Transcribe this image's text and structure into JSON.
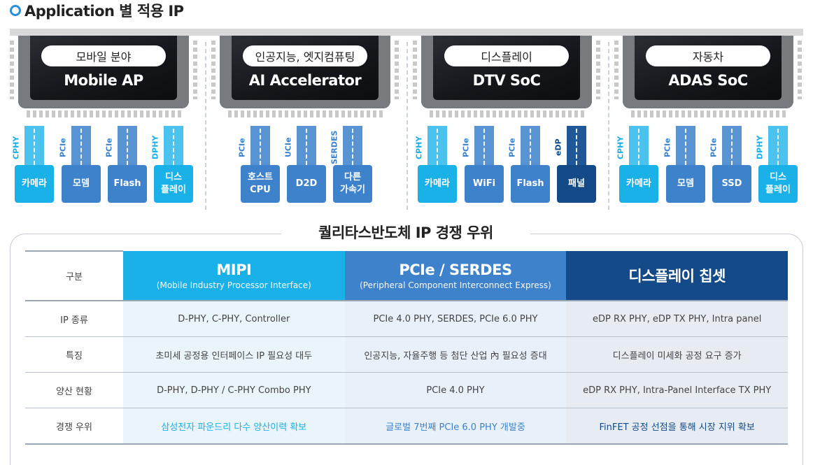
{
  "heading": "Application 별 적용 IP",
  "applications": [
    {
      "label": "모바일 분야",
      "name": "Mobile AP",
      "lanes": [
        {
          "protocol": "CPHY",
          "dest": "카메라",
          "tone": "cyan"
        },
        {
          "protocol": "PCIe",
          "dest": "모뎀",
          "tone": "blue"
        },
        {
          "protocol": "PCIe",
          "dest": "Flash",
          "tone": "blue"
        },
        {
          "protocol": "DPHY",
          "dest": "디스\n플레이",
          "tone": "cyan"
        }
      ]
    },
    {
      "label": "인공지능, 엣지컴퓨팅",
      "name": "AI Accelerator",
      "lanes": [
        {
          "protocol": "PCIe",
          "dest": "호스트\nCPU",
          "tone": "blue"
        },
        {
          "protocol": "UCIe",
          "dest": "D2D",
          "tone": "blue"
        },
        {
          "protocol": "SERDES",
          "dest": "다른\n가속기",
          "tone": "blue"
        }
      ]
    },
    {
      "label": "디스플레이",
      "name": "DTV SoC",
      "lanes": [
        {
          "protocol": "CPHY",
          "dest": "카메라",
          "tone": "cyan"
        },
        {
          "protocol": "PCIe",
          "dest": "WiFi",
          "tone": "blue"
        },
        {
          "protocol": "PCIe",
          "dest": "Flash",
          "tone": "blue"
        },
        {
          "protocol": "eDP",
          "dest": "패널",
          "tone": "navy"
        }
      ]
    },
    {
      "label": "자동차",
      "name": "ADAS SoC",
      "lanes": [
        {
          "protocol": "CPHY",
          "dest": "카메라",
          "tone": "cyan"
        },
        {
          "protocol": "PCIe",
          "dest": "모뎀",
          "tone": "blue"
        },
        {
          "protocol": "PCIe",
          "dest": "SSD",
          "tone": "blue"
        },
        {
          "protocol": "DPHY",
          "dest": "디스\n플레이",
          "tone": "cyan"
        }
      ]
    }
  ],
  "comparison": {
    "title": "퀄리타스반도체 IP 경쟁 우위",
    "corner_label": "구분",
    "columns": [
      {
        "title": "MIPI",
        "subtitle": "(Mobile Industry Processor Interface)",
        "tone": "mipi"
      },
      {
        "title": "PCIe / SERDES",
        "subtitle": "(Peripheral Component Interconnect Express)",
        "tone": "pcie"
      },
      {
        "title": "디스플레이 칩셋",
        "subtitle": "",
        "tone": "disp"
      }
    ],
    "rows": [
      {
        "label": "IP 종류",
        "cells": [
          "D-PHY, C-PHY, Controller",
          "PCIe 4.0 PHY, SERDES, PCIe 6.0 PHY",
          "eDP RX PHY, eDP TX PHY, Intra panel"
        ],
        "highlight": false
      },
      {
        "label": "특징",
        "cells": [
          "초미세 공정용 인터페이스 IP 필요성 대두",
          "인공지능, 자율주행 등 첨단 산업 內 필요성 증대",
          "디스플레이 미세화 공정 요구 증가"
        ],
        "highlight": false
      },
      {
        "label": "양산 현황",
        "cells": [
          "D-PHY, D-PHY / C-PHY Combo PHY",
          "PCIe 4.0 PHY",
          "eDP RX PHY, Intra-Panel Interface TX PHY"
        ],
        "highlight": false
      },
      {
        "label": "경쟁 우위",
        "cells": [
          "삼성전자 파운드리 다수 양산이력 확보",
          "글로벌 7번째 PCIe 6.0 PHY 개발중",
          "FinFET 공정 선점을 통해 시장 지위 확보"
        ],
        "highlight": true
      }
    ]
  }
}
